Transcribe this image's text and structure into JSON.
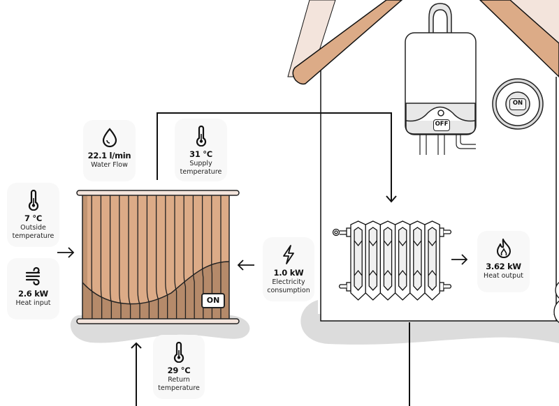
{
  "diagram": {
    "title": "Heat pump system",
    "colors": {
      "roof_light": "#f3e4dc",
      "roof_beam": "#dcab87",
      "exchanger_top": "#dcab87",
      "exchanger_bottom": "#b58a6a",
      "shadow": "#dcdcdc",
      "card_bg": "#f8f8f8",
      "line": "#111111"
    }
  },
  "metrics": {
    "water_flow": {
      "value": "22.1 l/min",
      "label": "Water Flow",
      "icon": "water-drop-icon"
    },
    "supply_temperature": {
      "value": "31 °C",
      "label_line1": "Supply",
      "label_line2": "temperature",
      "icon": "thermometer-icon"
    },
    "outside_temperature": {
      "value": "7 °C",
      "label_line1": "Outside",
      "label_line2": "temperature",
      "icon": "thermometer-icon"
    },
    "heat_input": {
      "value": "2.6 kW",
      "label": "Heat input",
      "icon": "wind-icon"
    },
    "electricity_consumption": {
      "value": "1.0 kW",
      "label_line1": "Electricity",
      "label_line2": "consumption",
      "icon": "lightning-icon"
    },
    "return_temperature": {
      "value": "29 °C",
      "label_line1": "Return",
      "label_line2": "temperature",
      "icon": "thermometer-icon"
    },
    "heat_output": {
      "value": "3.62 kW",
      "label": "Heat output",
      "icon": "flame-icon"
    }
  },
  "devices": {
    "heat_pump_status": "ON",
    "boiler_status": "OFF",
    "thermostat_status": "ON"
  }
}
